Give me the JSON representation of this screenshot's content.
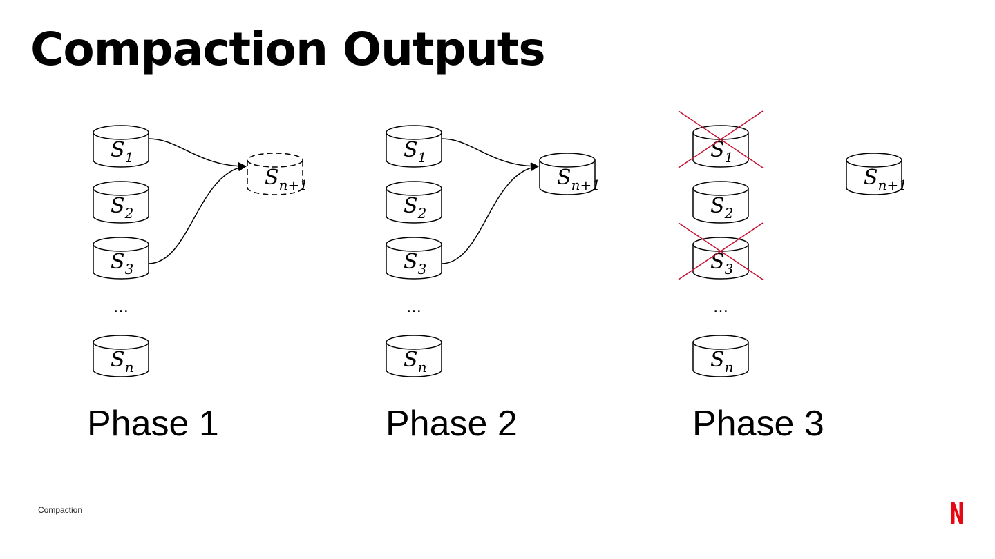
{
  "title": "Compaction Outputs",
  "footer": {
    "section": "Compaction"
  },
  "colors": {
    "accent": "#e50914",
    "cross": "#c8102e",
    "ink": "#000000"
  },
  "ellipsis": "…",
  "segments": [
    {
      "main": "S",
      "sub": "1"
    },
    {
      "main": "S",
      "sub": "2"
    },
    {
      "main": "S",
      "sub": "3"
    },
    {
      "main": "S",
      "sub": "n"
    }
  ],
  "output_segment": {
    "main": "S",
    "sub": "n+1"
  },
  "phases": [
    {
      "label": "Phase 1",
      "output_state": "pending",
      "merge_arrows": true,
      "removed": []
    },
    {
      "label": "Phase 2",
      "output_state": "written",
      "merge_arrows": true,
      "removed": []
    },
    {
      "label": "Phase 3",
      "output_state": "written",
      "merge_arrows": false,
      "removed": [
        "1",
        "3"
      ]
    }
  ],
  "brand": {
    "logo": "netflix-n-logo"
  }
}
